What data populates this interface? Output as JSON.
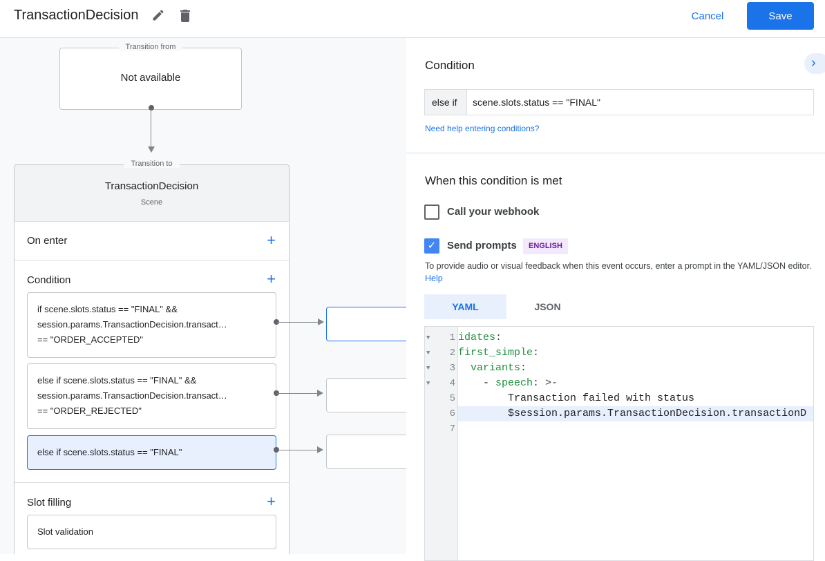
{
  "header": {
    "title": "TransactionDecision",
    "edit_icon": "pencil-icon",
    "delete_icon": "trash-icon",
    "cancel_label": "Cancel",
    "save_label": "Save"
  },
  "colors": {
    "accent": "#1a73e8",
    "selected_bg": "#e8f0fe",
    "badge_bg": "#f3e8fd",
    "badge_text": "#6a1b9a"
  },
  "canvas": {
    "transition_from": {
      "legend": "Transition from",
      "value": "Not available"
    },
    "transition_to": {
      "legend": "Transition to",
      "name": "TransactionDecision",
      "type": "Scene"
    },
    "sections": {
      "on_enter": "On enter",
      "condition": "Condition",
      "slot_filling": "Slot filling"
    },
    "conditions": [
      {
        "lines": [
          "if scene.slots.status == \"FINAL\" &&",
          "session.params.TransactionDecision.transact…",
          "== \"ORDER_ACCEPTED\""
        ]
      },
      {
        "lines": [
          "else if scene.slots.status == \"FINAL\" &&",
          "session.params.TransactionDecision.transact…",
          "== \"ORDER_REJECTED\""
        ]
      },
      {
        "lines": [
          "else if scene.slots.status == \"FINAL\""
        ],
        "selected": true
      }
    ],
    "slot_validation": "Slot validation"
  },
  "panel": {
    "collapse_icon": "chevron-right-icon",
    "condition_heading": "Condition",
    "condition_prefix": "else if",
    "condition_value": "scene.slots.status == \"FINAL\"",
    "help_link": "Need help entering conditions?",
    "when_met_heading": "When this condition is met",
    "webhook_label": "Call your webhook",
    "webhook_checked": false,
    "prompts_label": "Send prompts",
    "prompts_checked": true,
    "language_badge": "ENGLISH",
    "prompt_help": "To provide audio or visual feedback when this event occurs, enter a prompt in the YAML/JSON editor.",
    "prompt_help_link": "Help",
    "tabs": [
      {
        "label": "YAML",
        "active": true
      },
      {
        "label": "JSON",
        "active": false
      }
    ],
    "editor": {
      "lines": [
        {
          "n": "1",
          "fold": true,
          "key": "idates",
          "rest": ":"
        },
        {
          "n": "2",
          "fold": true,
          "key": "first_simple",
          "rest": ":"
        },
        {
          "n": "3",
          "fold": true,
          "indent": "  ",
          "key": "variants",
          "rest": ":"
        },
        {
          "n": "4",
          "fold": true,
          "indent": "    - ",
          "key": "speech",
          "rest": ": >-"
        },
        {
          "n": "5",
          "text": "        Transaction failed with status"
        },
        {
          "n": "6",
          "text": "        $session.params.TransactionDecision.transactionD",
          "highlight": true
        },
        {
          "n": "7",
          "text": ""
        }
      ]
    }
  }
}
